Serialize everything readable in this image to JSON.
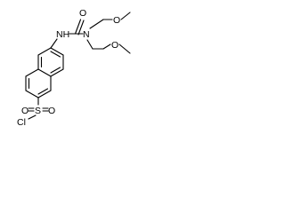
{
  "molecule": {
    "atoms": {
      "nh": "NH",
      "carbonyl_o": "O",
      "amide_n": "N",
      "ether_o_upper": "O",
      "ether_o_lower": "O",
      "sulfur": "S",
      "sulfonyl_o_left": "O",
      "sulfonyl_o_right": "O",
      "chlorine": "Cl"
    }
  }
}
